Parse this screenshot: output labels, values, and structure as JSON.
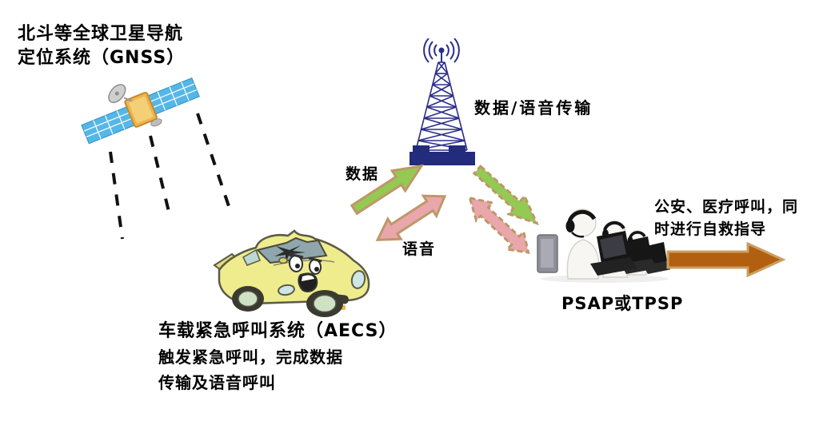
{
  "diagram_title": "AECS vehicle emergency call system diagram",
  "satellite_section": {
    "label_line1": "北斗等全球卫星导航",
    "label_line2": "定位系统（GNSS）",
    "icon": "satellite-icon",
    "signal": "dashed-signal-lines"
  },
  "tower_section": {
    "transmission_label": "数据/语音传输",
    "icon": "cell-tower-icon"
  },
  "links": {
    "data_label": "数据",
    "voice_label": "语音",
    "uplink_data_arrow": "solid green arrow, car to tower",
    "duplex_voice_arrow": "solid pink double arrow, car and tower",
    "downlink_data_arrow": "dashed green arrow, tower to PSAP",
    "duplex_voice_dashed_arrow": "dashed pink double arrow, tower and PSAP"
  },
  "vehicle_section": {
    "title": "车载紧急呼叫系统（AECS）",
    "desc_line1": "触发紧急呼叫，完成数据",
    "desc_line2": "传输及语音呼叫",
    "icon": "crashed-car-icon"
  },
  "psap_section": {
    "label": "PSAP或TPSP",
    "icon": "call-center-icon",
    "outcome_line1": "公安、医疗呼叫，同",
    "outcome_line2": "时进行自救指导",
    "outcome_arrow": "solid orange arrow pointing right"
  },
  "colors": {
    "arrow_green": "#94C954",
    "arrow_pink": "#E9A7AC",
    "arrow_outline_tan": "#BE9768",
    "arrow_orange": "#B35F10",
    "tower_navy": "#2A2E88",
    "satellite_panel_blue": "#55B7E7",
    "satellite_body_gold": "#EBB64D",
    "car_yellow": "#EFEC8E",
    "text": "#000000"
  }
}
